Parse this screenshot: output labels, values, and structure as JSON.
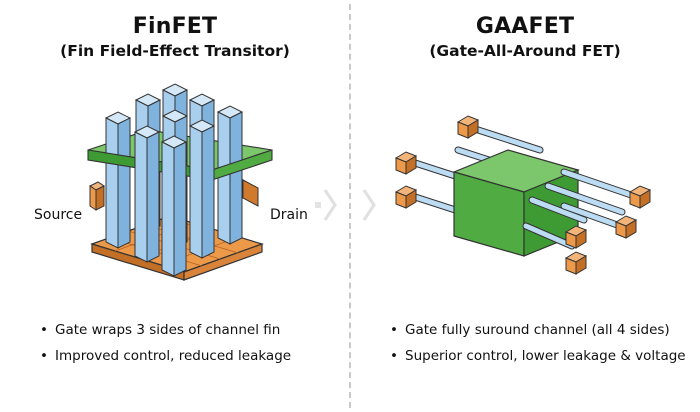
{
  "finfet": {
    "title": "FinFET",
    "subtitle": "(Fin Field-Effect Transitor)",
    "source_label": "Source",
    "drain_label": "Drain",
    "bullets": [
      "Gate wraps 3 sides of channel fin",
      "Improved control, reduced leakage"
    ]
  },
  "gaafet": {
    "title": "GAAFET",
    "subtitle": "(Gate-All-Around FET)",
    "bullets": [
      "Gate fully suround channel (all 4 sides)",
      "Superior control, lower leakage & voltage"
    ]
  },
  "bullet_glyph": "•",
  "colors": {
    "fin": "#a9cfee",
    "gate": "#5fb84f",
    "contact": "#ec9a4a",
    "nanosheet": "#bcdcf3",
    "divider": "#c9c9c9"
  }
}
